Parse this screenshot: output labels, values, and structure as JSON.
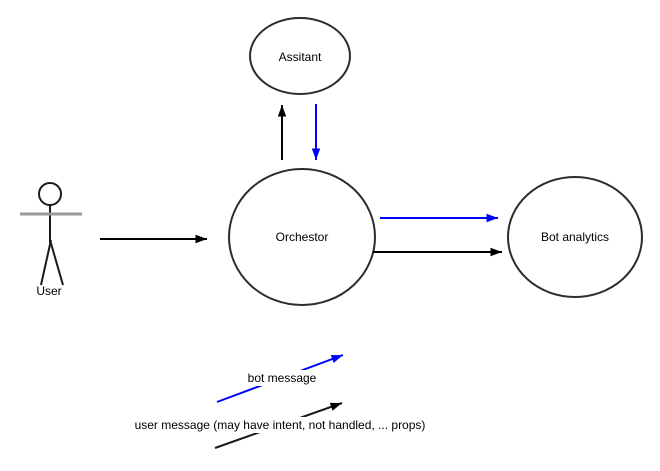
{
  "diagram": {
    "nodes": {
      "assistant": {
        "label": "Assitant",
        "shape": "ellipse"
      },
      "orchestrator": {
        "label": "Orchestor",
        "shape": "circle"
      },
      "bot_analytics": {
        "label": "Bot analytics",
        "shape": "circle"
      },
      "user": {
        "label": "User",
        "shape": "stick-figure"
      }
    },
    "edges": [
      {
        "from": "user",
        "to": "orchestrator",
        "type": "user-message",
        "color": "#000000",
        "direction": "right"
      },
      {
        "from": "orchestrator",
        "to": "assistant",
        "type": "user-message",
        "color": "#000000",
        "direction": "up"
      },
      {
        "from": "assistant",
        "to": "orchestrator",
        "type": "bot-message",
        "color": "#0000ff",
        "direction": "down"
      },
      {
        "from": "orchestrator",
        "to": "bot_analytics",
        "type": "bot-message",
        "color": "#0000ff",
        "direction": "right"
      },
      {
        "from": "orchestrator",
        "to": "bot_analytics",
        "type": "user-message",
        "color": "#000000",
        "direction": "right"
      }
    ],
    "legend": {
      "bot_message_label": "bot message",
      "user_message_label": "user message (may have intent, not handled, ... props)"
    },
    "colors": {
      "bot_message_arrow": "#0000ff",
      "user_message_arrow": "#000000",
      "node_stroke": "#2d2d2d",
      "figure_arms": "#999999",
      "background": "#ffffff"
    }
  }
}
